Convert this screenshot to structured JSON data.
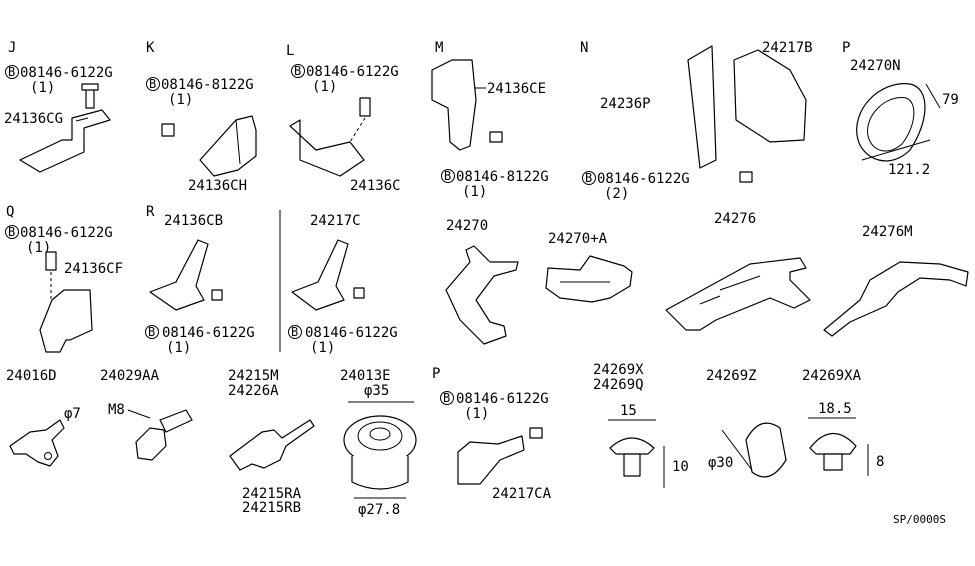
{
  "sections": {
    "J": "J",
    "K": "K",
    "L": "L",
    "M": "M",
    "N": "N",
    "P1": "P",
    "Q": "Q",
    "R": "R",
    "P2": "P"
  },
  "bolt_badge": "B",
  "callouts": {
    "j_bolt": "08146-6122G",
    "j_qty": "(1)",
    "j_part": "24136CG",
    "k_bolt": "08146-8122G",
    "k_qty": "(1)",
    "k_part": "24136CH",
    "l_bolt": "08146-6122G",
    "l_qty": "(1)",
    "l_part": "24136C",
    "m_part": "24136CE",
    "m_bolt": "08146-8122G",
    "m_qty": "(1)",
    "n_part_a": "24217B",
    "n_part_b": "24236P",
    "n_bolt": "08146-6122G",
    "n_qty": "(2)",
    "p1_part": "24270N",
    "p1_dim_h": "79",
    "p1_dim_w": "121.2",
    "q_bolt": "08146-6122G",
    "q_qty": "(1)",
    "q_part": "24136CF",
    "r_part_a": "24136CB",
    "r_bolt_a": "08146-6122G",
    "r_qty_a": "(1)",
    "r_part_b": "24217C",
    "r_bolt_b": "08146-6122G",
    "r_qty_b": "(1)",
    "p_24270": "24270",
    "p_24270a": "24270+A",
    "p_24276": "24276",
    "p_24276m": "24276M",
    "p_24016d": "24016D",
    "p_24016d_dim": "φ7",
    "p_24029aa": "24029AA",
    "p_m8": "M8",
    "p_24215m": "24215M",
    "p_24226a": "24226A",
    "p_24215ra": "24215RA",
    "p_24215rb": "24215RB",
    "p_24013e": "24013E",
    "p_24013e_d1": "φ35",
    "p_24013e_d2": "φ27.8",
    "p2_bolt": "08146-6122G",
    "p2_qty": "(1)",
    "p2_part": "24217CA",
    "p_24269x": "24269X",
    "p_24269q": "24269Q",
    "p_24269x_w": "15",
    "p_24269x_h": "10",
    "p_24269z": "24269Z",
    "p_24269z_d": "φ30",
    "p_24269xa": "24269XA",
    "p_24269xa_w": "18.5",
    "p_24269xa_h": "8"
  },
  "footer_code": "SP/0000S"
}
